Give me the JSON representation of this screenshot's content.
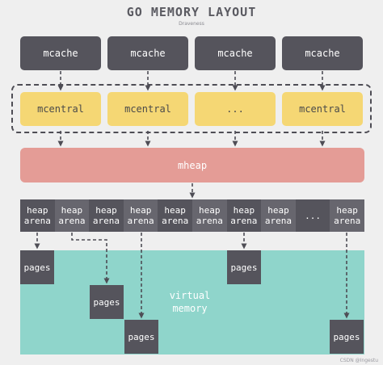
{
  "title": "GO MEMORY LAYOUT",
  "subtitle": "Draveness",
  "mcache_row": [
    "mcache",
    "mcache",
    "mcache",
    "mcache"
  ],
  "mcentral_row": [
    "mcentral",
    "mcentral",
    "...",
    "mcentral"
  ],
  "mheap_label": "mheap",
  "arena_row": [
    "heap\narena",
    "heap\narena",
    "heap\narena",
    "heap\narena",
    "heap\narena",
    "heap\narena",
    "heap\narena",
    "heap\narena",
    "...",
    "heap\narena"
  ],
  "virtual_memory_label": "virtual\nmemory",
  "pages_label": "pages",
  "credit": "CSDN @Ingestu",
  "colors": {
    "dark_box": "#55545c",
    "mcentral_box": "#f5d774",
    "mheap_box": "#e49c96",
    "virtual_memory": "#8fd5cb",
    "background": "#efefef"
  }
}
